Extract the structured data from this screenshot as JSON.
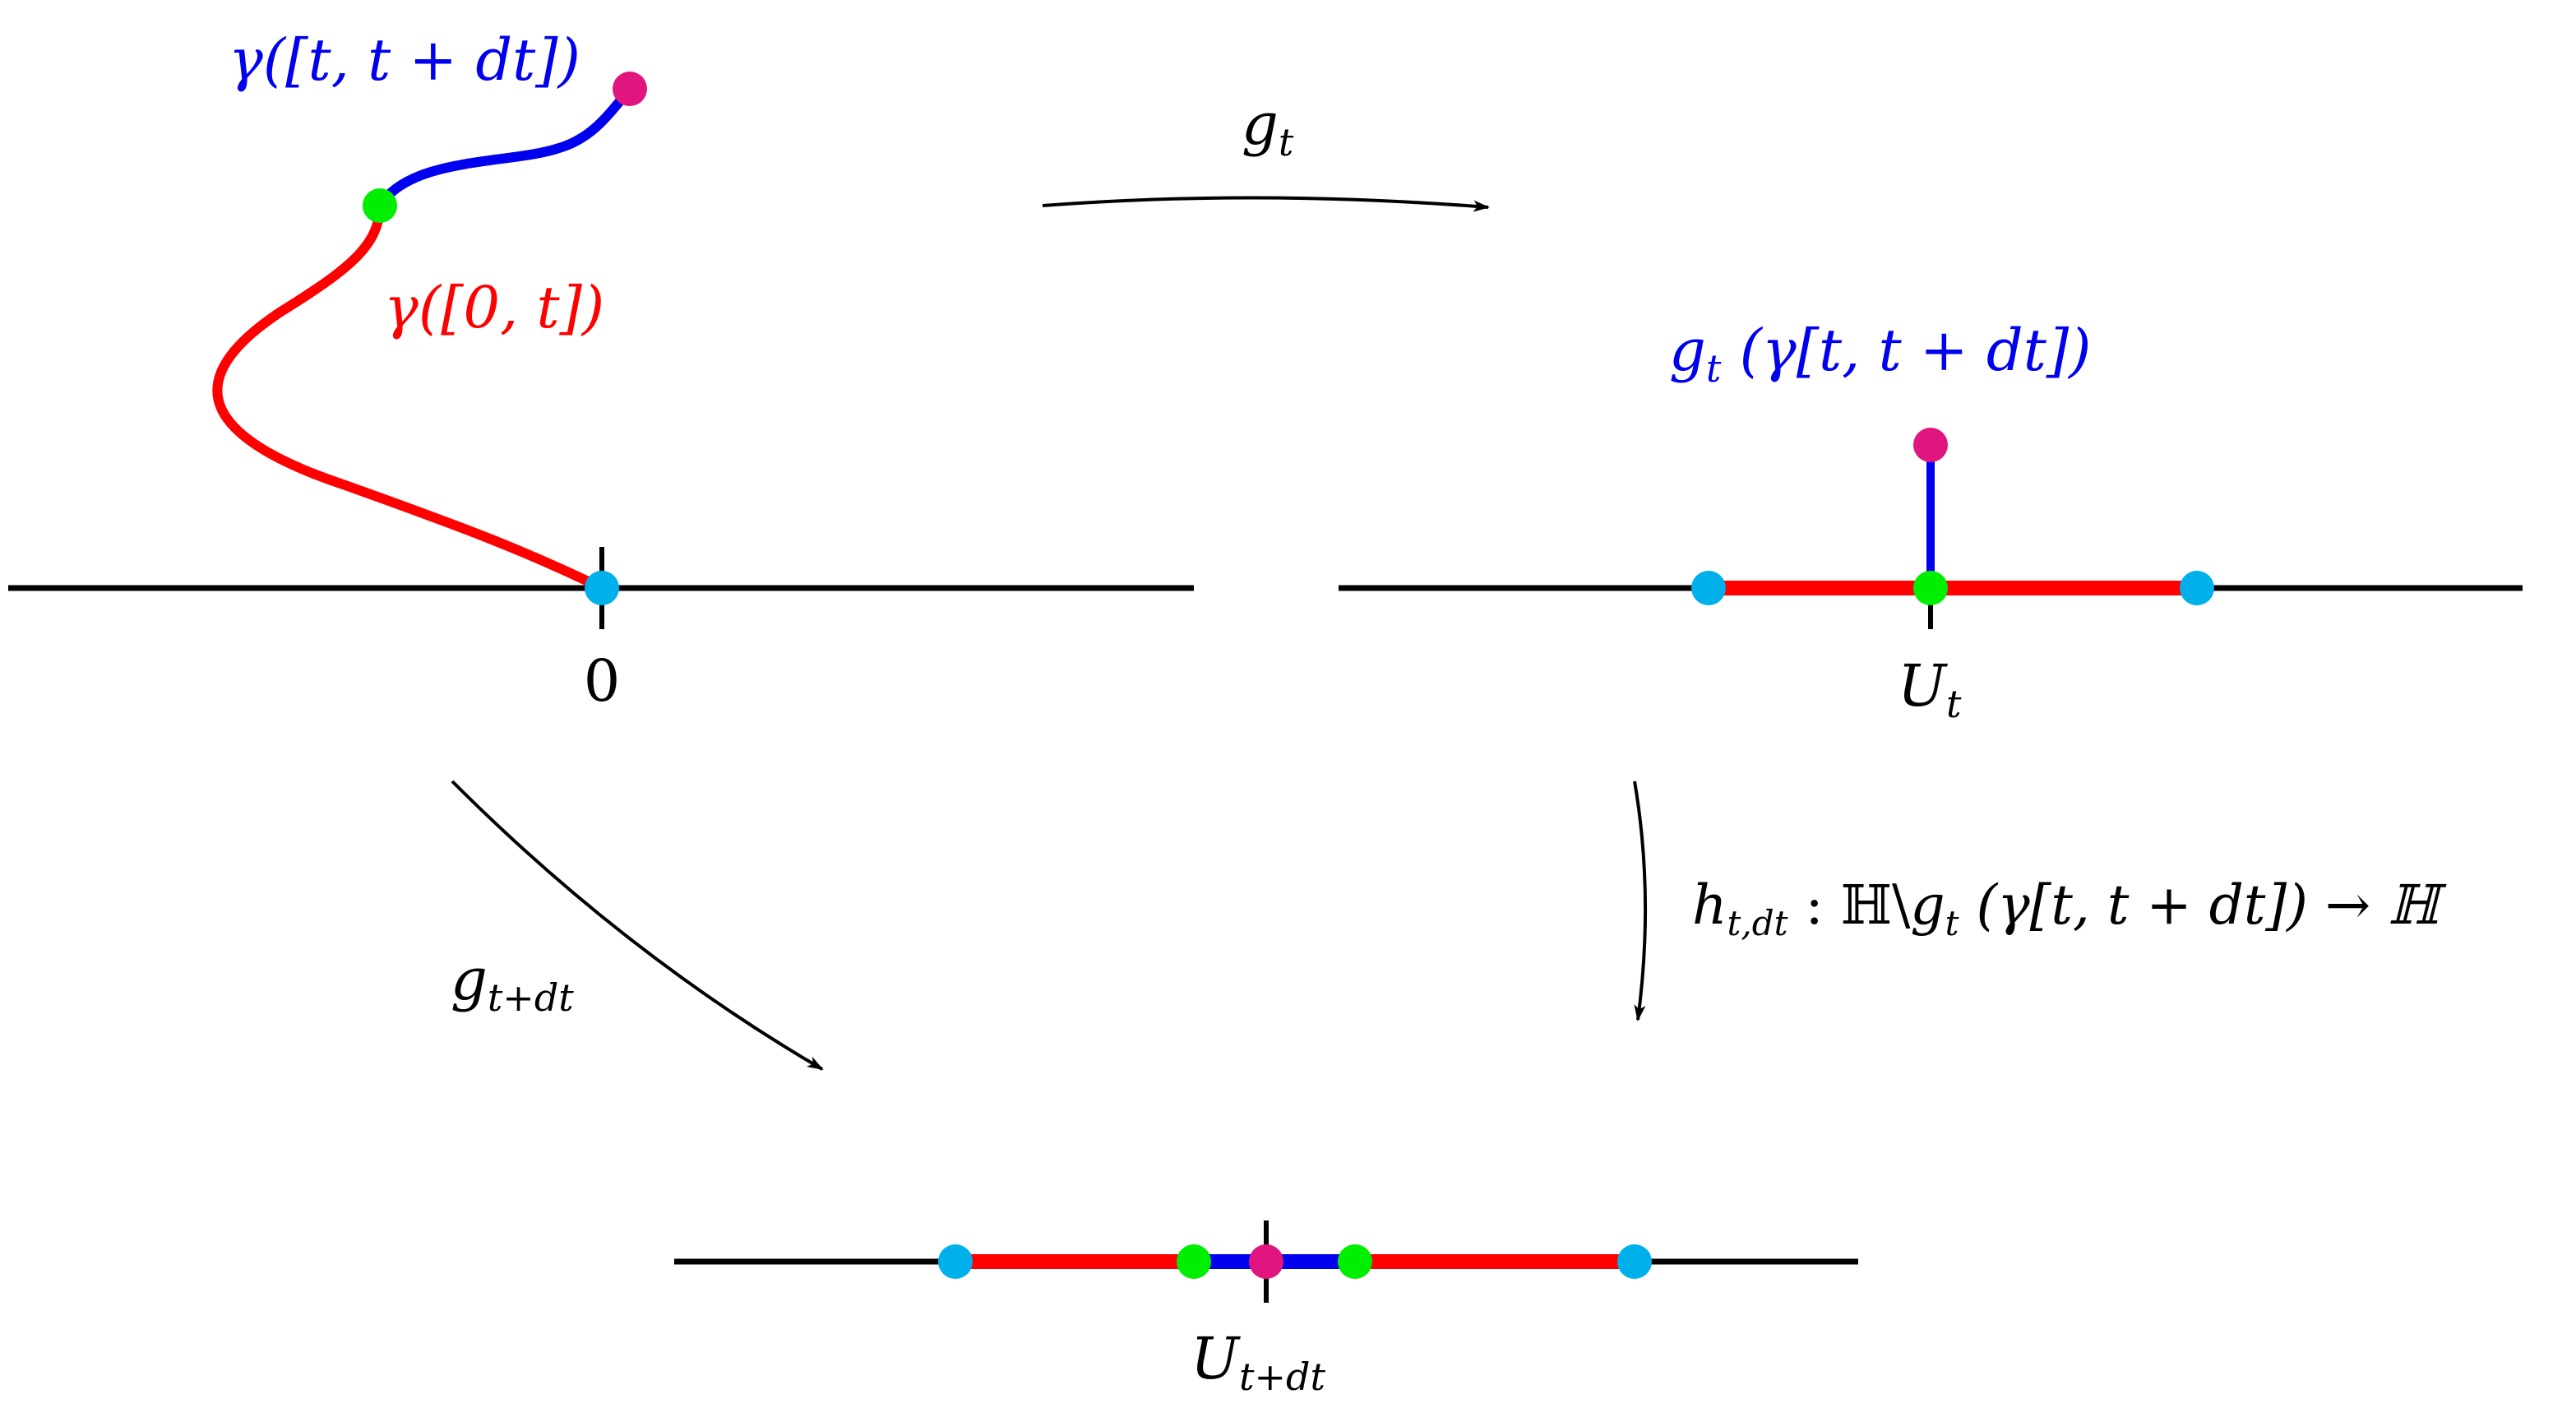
{
  "colors": {
    "axis": "#000000",
    "past": "#ff0000",
    "increment": "#0000ee",
    "tip": "#e0157f",
    "base": "#00b0ea",
    "junction": "#00ee00"
  },
  "panels": {
    "top_left": {
      "label_increment": "γ([t, t + dt])",
      "label_past": "γ([0, t])",
      "origin_label": "0"
    },
    "top_right": {
      "label_image": "g",
      "label_image_sub": "t",
      "label_image_rest": " (γ[t, t + dt])",
      "driving_label": "U",
      "driving_sub": "t"
    },
    "bottom": {
      "driving_label": "U",
      "driving_sub": "t+dt"
    }
  },
  "arrows": {
    "top": {
      "label": "g",
      "sub": "t"
    },
    "diagonal": {
      "label": "g",
      "sub": "t+dt"
    },
    "vertical": {
      "h": "h",
      "h_sub": "t,dt",
      "colon": " : ",
      "domain": "ℍ\\",
      "g": "g",
      "g_sub": "t",
      "args": " (γ[t, t + dt]) → ℍ"
    }
  }
}
